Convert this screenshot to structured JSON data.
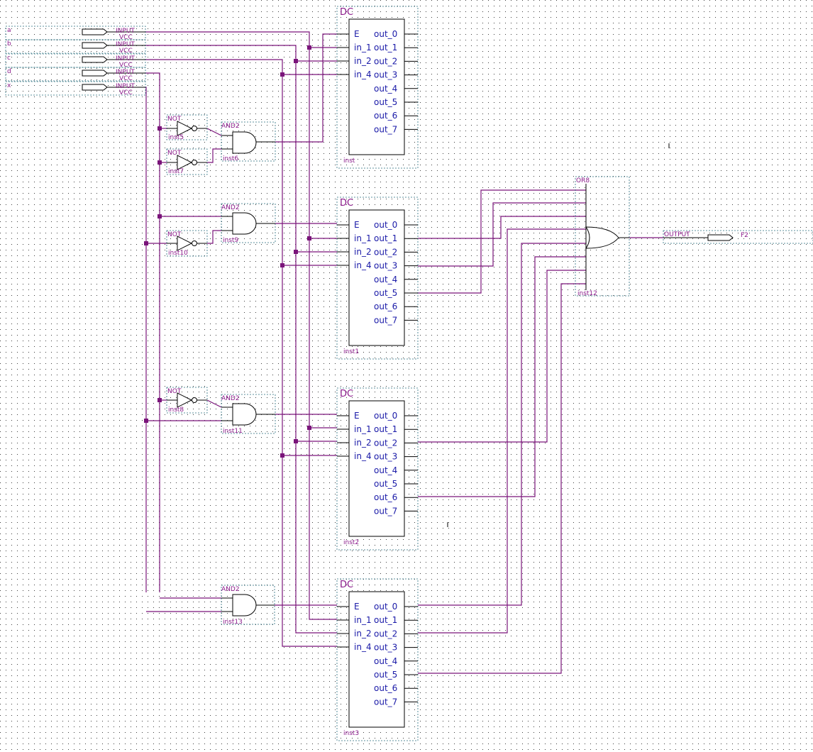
{
  "inputs": [
    {
      "name": "a",
      "type": "INPUT",
      "supply": "VCC"
    },
    {
      "name": "b",
      "type": "INPUT",
      "supply": "VCC"
    },
    {
      "name": "c",
      "type": "INPUT",
      "supply": "VCC"
    },
    {
      "name": "d",
      "type": "INPUT",
      "supply": "VCC"
    },
    {
      "name": "x",
      "type": "INPUT",
      "supply": "VCC"
    }
  ],
  "not_gates": [
    {
      "type": "NOT",
      "inst": "inst5"
    },
    {
      "type": "NOT",
      "inst": "inst7"
    },
    {
      "type": "NOT",
      "inst": "inst10"
    },
    {
      "type": "NOT",
      "inst": "inst8"
    }
  ],
  "and_gates": [
    {
      "type": "AND2",
      "inst": "inst6"
    },
    {
      "type": "AND2",
      "inst": "inst9"
    },
    {
      "type": "AND2",
      "inst": "inst11"
    },
    {
      "type": "AND2",
      "inst": "inst13"
    }
  ],
  "decoders": [
    {
      "type": "DC",
      "inst": "inst"
    },
    {
      "type": "DC",
      "inst": "inst1"
    },
    {
      "type": "DC",
      "inst": "inst2"
    },
    {
      "type": "DC",
      "inst": "inst3"
    }
  ],
  "decoder_pins": {
    "left": [
      "E",
      "in_1",
      "in_2",
      "in_4"
    ],
    "right": [
      "out_0",
      "out_1",
      "out_2",
      "out_3",
      "out_4",
      "out_5",
      "out_6",
      "out_7"
    ]
  },
  "or_gate": {
    "type": "OR8",
    "inst": "inst12"
  },
  "output": {
    "type": "OUTPUT",
    "name": "F2"
  },
  "colors": {
    "wire": "#7a147a",
    "frame": "#2a6f7f",
    "pin_text": "#1a1aa8",
    "label_text": "#8b1a8b"
  }
}
